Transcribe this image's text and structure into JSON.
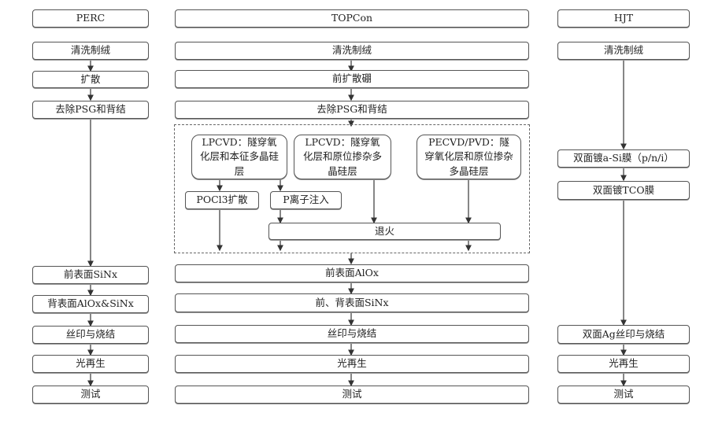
{
  "columns": {
    "perc": {
      "title": "PERC",
      "steps": [
        "清洗制绒",
        "扩散",
        "去除PSG和背结",
        "前表面SiNx",
        "背表面AlOx&SiNx",
        "丝印与烧结",
        "光再生",
        "测试"
      ]
    },
    "topcon": {
      "title": "TOPCon",
      "steps_top": [
        "清洗制绒",
        "前扩散硼",
        "去除PSG和背结"
      ],
      "branches": {
        "lpcvd_intrinsic": "LPCVD：隧穿氧化层和本征多晶硅层",
        "lpcvd_insitu": "LPCVD：隧穿氧化层和原位掺杂多晶硅层",
        "pecvd_pvd": "PECVD/PVD：隧穿氧化层和原位掺杂多晶硅层",
        "pocl3": "POCl3扩散",
        "p_ion": "P离子注入",
        "anneal": "退火"
      },
      "steps_bottom": [
        "前表面AlOx",
        "前、背表面SiNx",
        "丝印与烧结",
        "光再生",
        "测试"
      ]
    },
    "hjt": {
      "title": "HJT",
      "steps": [
        "清洗制绒",
        "双面镀a-Si膜（p/n/i）",
        "双面镀TCO膜",
        "双面Ag丝印与烧结",
        "光再生",
        "测试"
      ]
    }
  }
}
